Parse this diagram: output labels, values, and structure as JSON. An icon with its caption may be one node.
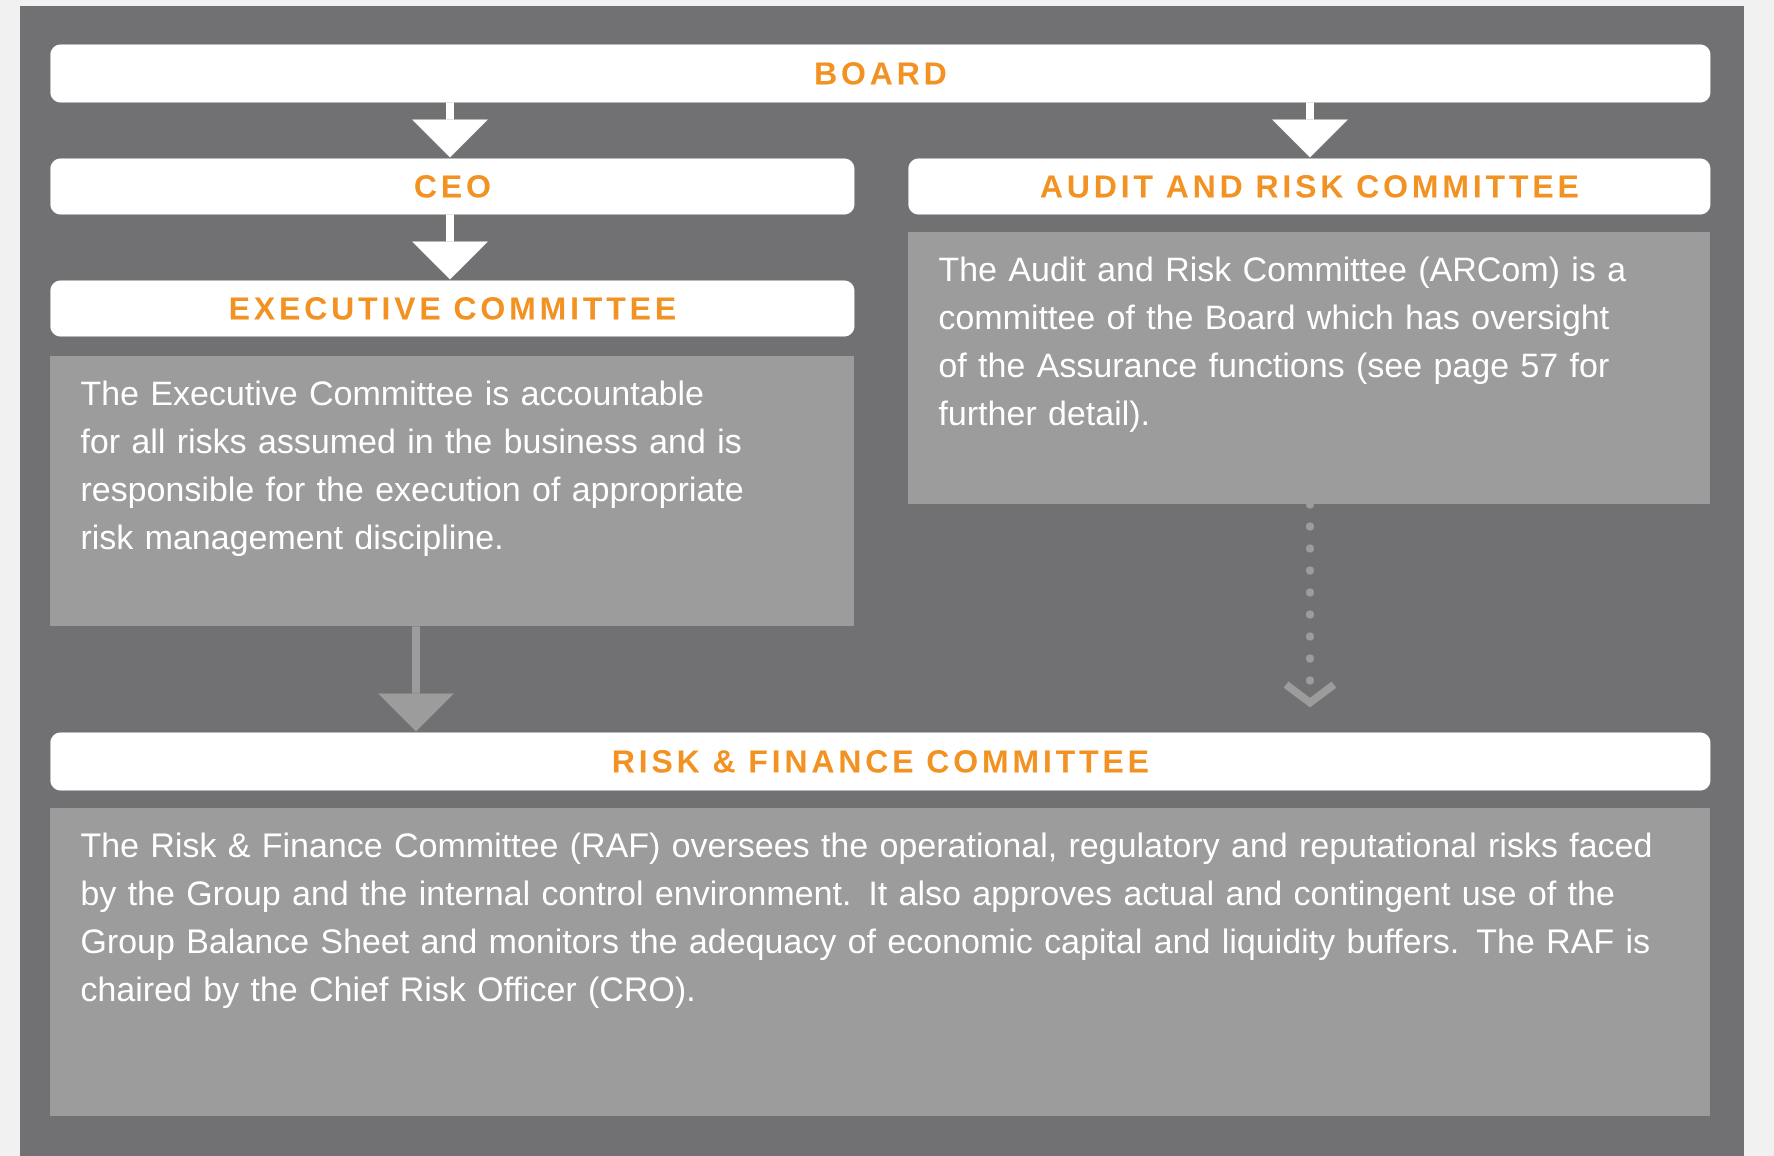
{
  "diagram": {
    "nodes": [
      {
        "text": [
          "BOARD"
        ]
      },
      {
        "text": [
          "CEO"
        ]
      },
      {
        "text": [
          "AUDIT AND RISK COMMITTEE",
          "The Audit and Risk Committee (ARCom) is a committee of the Board which has oversight of the Assurance functions (see page 57 for further detail)."
        ]
      },
      {
        "text": [
          "EXECUTIVE COMMITTEE",
          "The Executive Committee is accountable for all risks assumed in the business and is responsible for the execution of appropriate risk management discipline."
        ]
      },
      {
        "text": [
          "RISK & FINANCE COMMITTEE",
          "The Risk & Finance Committee (RAF) oversees the operational, regulatory and reputational risks faced by the Group and the internal control environment. It also approves actual and contingent use of the Group Balance Sheet and monitors the adequacy of economic capital and liquidity buffers. The RAF is chaired by the Chief Risk Officer (CRO)."
        ]
      }
    ],
    "edges": [
      {
        "from": 0,
        "to": 1,
        "arrow": "to"
      },
      {
        "from": 0,
        "to": 2,
        "arrow": "to"
      },
      {
        "from": 1,
        "to": 3,
        "arrow": "to"
      },
      {
        "from": 3,
        "to": 4,
        "arrow": "to",
        "color": "#9c9c9d"
      },
      {
        "from": 2,
        "to": 4,
        "arrow": "to",
        "style": "dashed",
        "color": "#9c9c9d"
      }
    ]
  }
}
